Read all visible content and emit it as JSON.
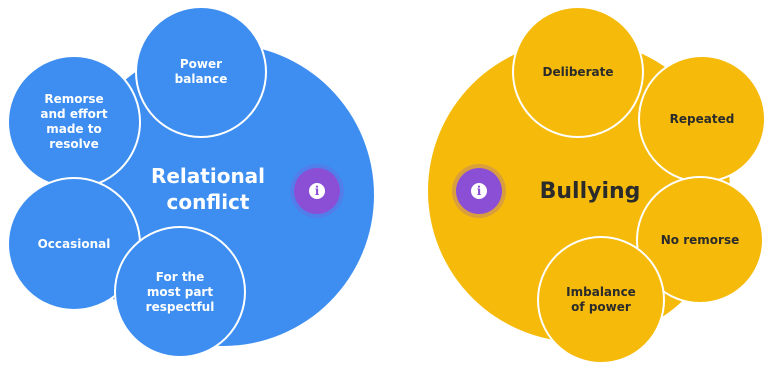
{
  "colors": {
    "left": "#3d8ef0",
    "right": "#f5ba0a",
    "info": "#8b4fd6"
  },
  "left": {
    "title": "Relational\nconflict",
    "satellites": [
      {
        "label": "Power\nbalance"
      },
      {
        "label": "Remorse\nand effort\nmade to\nresolve"
      },
      {
        "label": "Occasional"
      },
      {
        "label": "For the\nmost part\nrespectful"
      }
    ],
    "info_glyph": "i"
  },
  "right": {
    "title": "Bullying",
    "satellites": [
      {
        "label": "Deliberate"
      },
      {
        "label": "Repeated"
      },
      {
        "label": "No remorse"
      },
      {
        "label": "Imbalance\nof power"
      }
    ],
    "info_glyph": "i"
  }
}
